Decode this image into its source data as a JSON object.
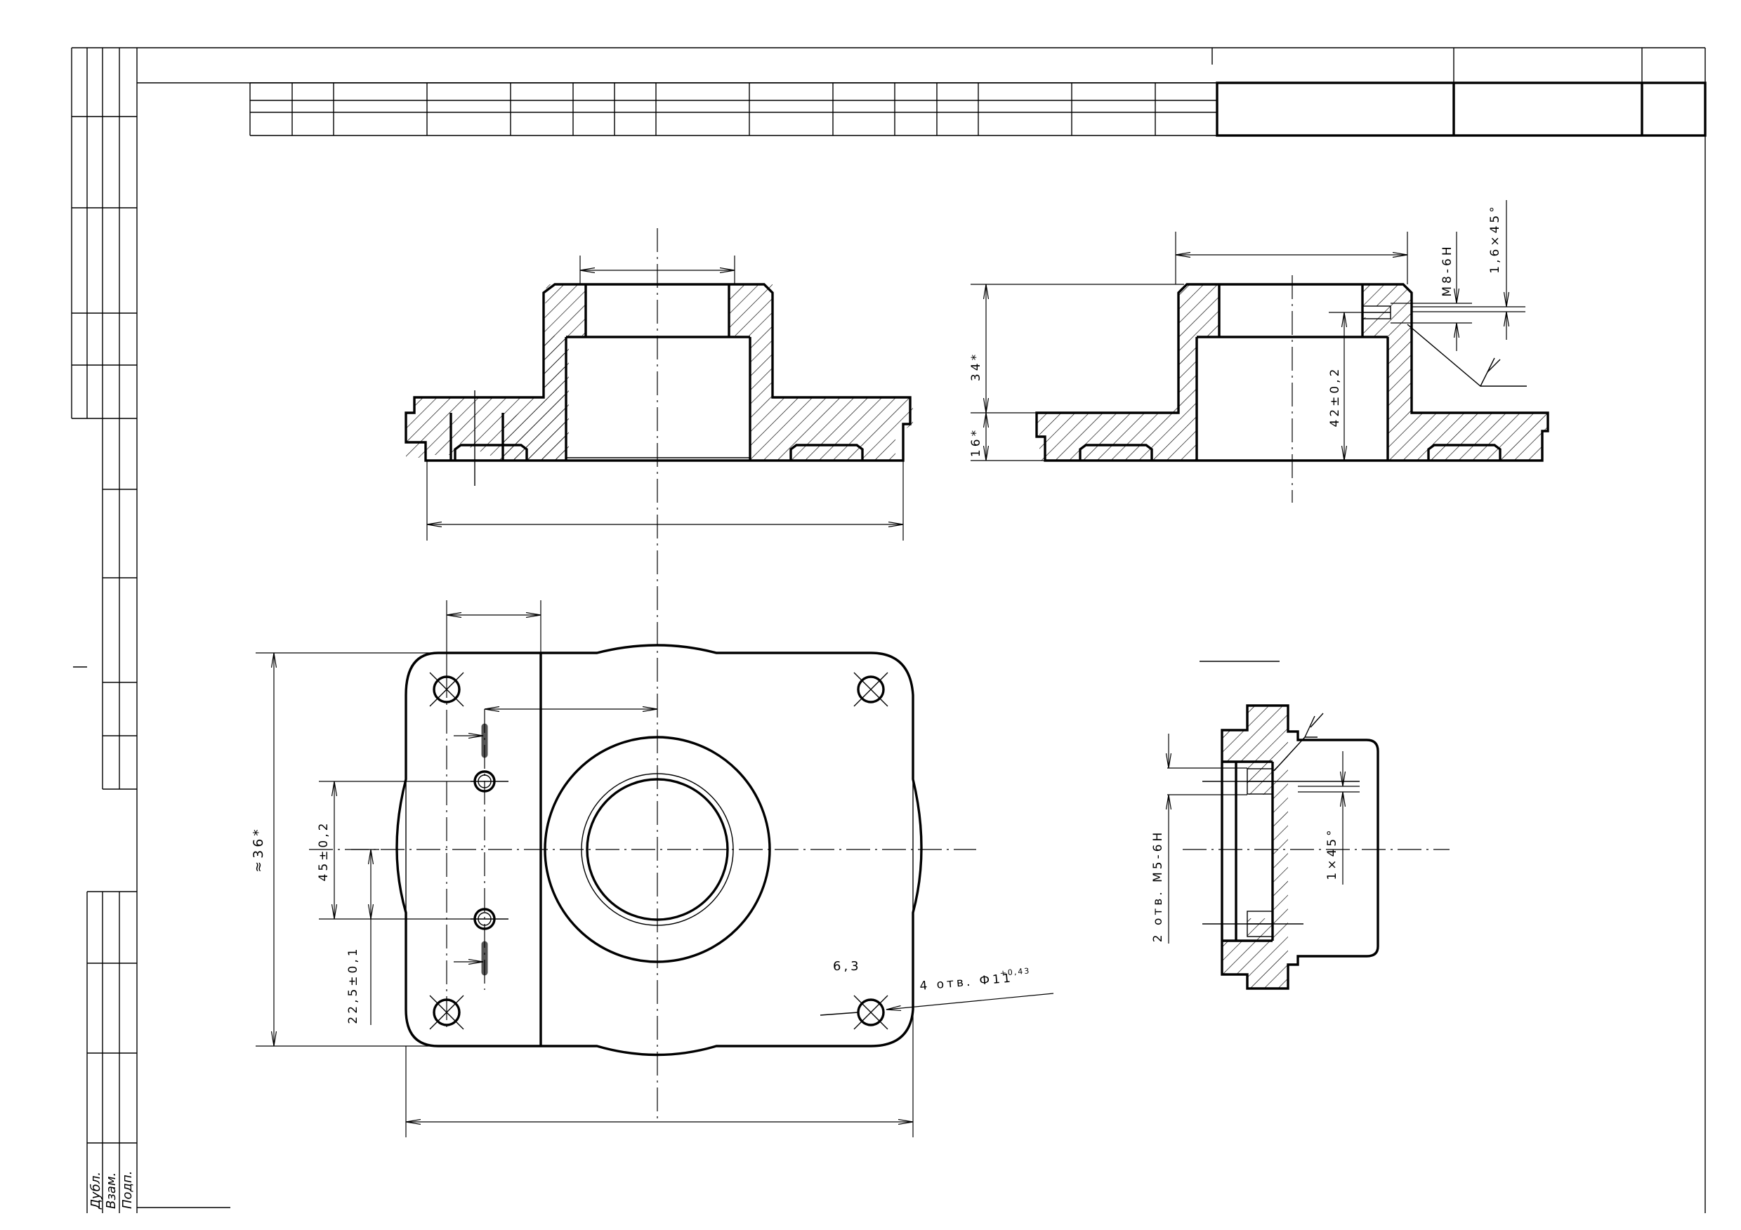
{
  "stamp_labels": {
    "dubl": "Дубл.",
    "vzam": "Взам.",
    "podp": "Подп."
  },
  "dimensions": {
    "m8_thread": "M8-6H",
    "chamfer_top": "1,6×45°",
    "height_34": "34*",
    "height_16": "16*",
    "bore_42": "42±0,2",
    "width_36": "≈36*",
    "pitch_45": "45±0,2",
    "offset_22": "22,5±0,1",
    "roughness": "6,3",
    "holes_4": "4 отв. Ф11",
    "holes_4_tol": "+0,43",
    "holes_2": "2 отв. M5-6H",
    "chamfer_small": "1×45°"
  }
}
